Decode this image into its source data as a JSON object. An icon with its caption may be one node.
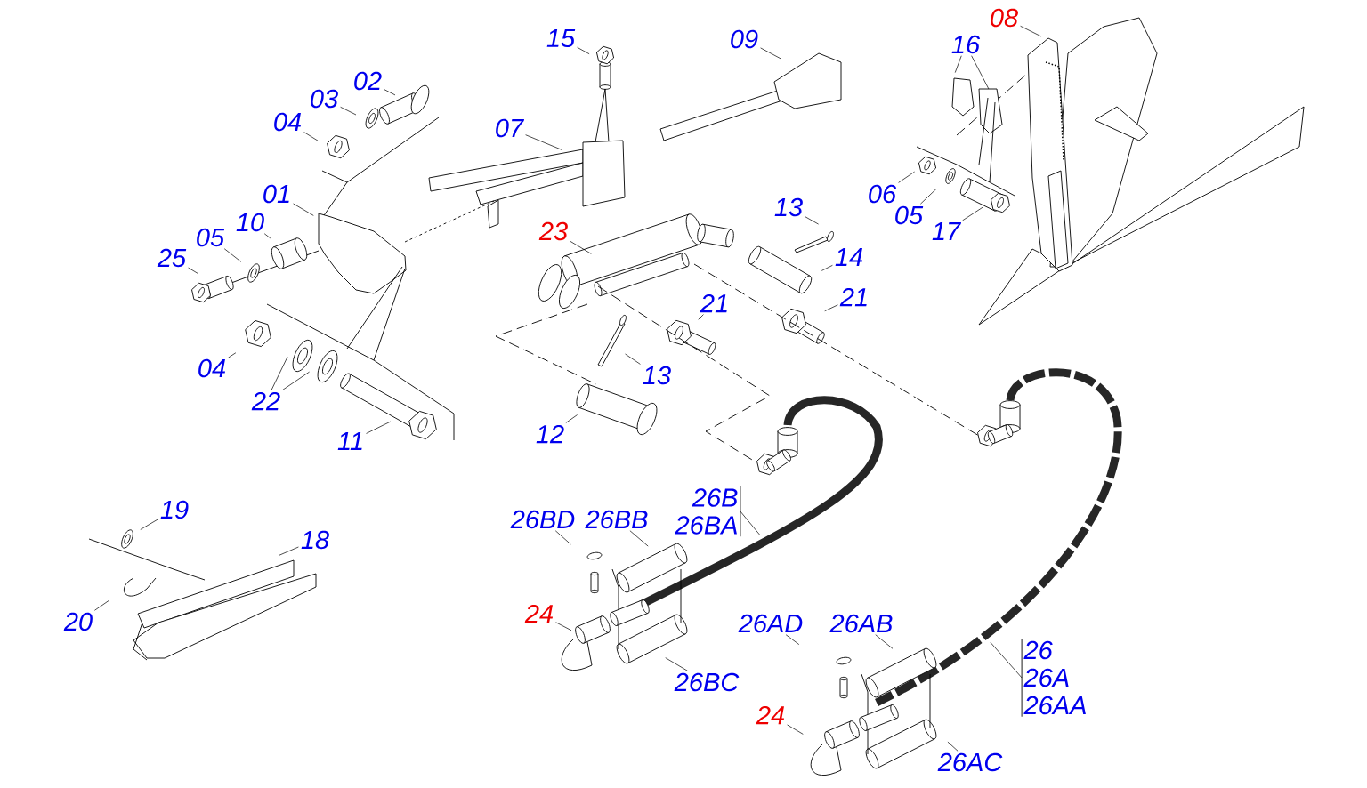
{
  "diagram": {
    "nodes": [
      {
        "text": [
          "15"
        ]
      },
      {
        "text": [
          "09"
        ]
      },
      {
        "text": [
          "08"
        ]
      },
      {
        "text": [
          "16"
        ]
      },
      {
        "text": [
          "02"
        ]
      },
      {
        "text": [
          "03"
        ]
      },
      {
        "text": [
          "04"
        ]
      },
      {
        "text": [
          "07"
        ]
      },
      {
        "text": [
          "01"
        ]
      },
      {
        "text": [
          "10"
        ]
      },
      {
        "text": [
          "05"
        ]
      },
      {
        "text": [
          "25"
        ]
      },
      {
        "text": [
          "06"
        ]
      },
      {
        "text": [
          "05"
        ]
      },
      {
        "text": [
          "17"
        ]
      },
      {
        "text": [
          "13"
        ]
      },
      {
        "text": [
          "23"
        ]
      },
      {
        "text": [
          "14"
        ]
      },
      {
        "text": [
          "21"
        ]
      },
      {
        "text": [
          "21"
        ]
      },
      {
        "text": [
          "04"
        ]
      },
      {
        "text": [
          "13"
        ]
      },
      {
        "text": [
          "22"
        ]
      },
      {
        "text": [
          "11"
        ]
      },
      {
        "text": [
          "12"
        ]
      },
      {
        "text": [
          "19"
        ]
      },
      {
        "text": [
          "18"
        ]
      },
      {
        "text": [
          "20"
        ]
      },
      {
        "text": [
          "26BD"
        ]
      },
      {
        "text": [
          "26BB"
        ]
      },
      {
        "text": [
          "26B",
          "26BA"
        ]
      },
      {
        "text": [
          "24"
        ]
      },
      {
        "text": [
          "26BC"
        ]
      },
      {
        "text": [
          "26AD"
        ]
      },
      {
        "text": [
          "26AB"
        ]
      },
      {
        "text": [
          "24"
        ]
      },
      {
        "text": [
          "26AC"
        ]
      },
      {
        "text": [
          "26",
          "26A",
          "26AA"
        ]
      }
    ],
    "edges": [
      {
        "from": 0,
        "to": null,
        "arrow": "none"
      },
      {
        "from": 1,
        "to": null,
        "arrow": "none"
      },
      {
        "from": 2,
        "to": null,
        "arrow": "none"
      },
      {
        "from": 3,
        "to": null,
        "arrow": "none"
      },
      {
        "from": 3,
        "to": null,
        "arrow": "none"
      },
      {
        "from": 4,
        "to": null,
        "arrow": "none"
      },
      {
        "from": 5,
        "to": null,
        "arrow": "none"
      },
      {
        "from": 6,
        "to": null,
        "arrow": "none"
      },
      {
        "from": 7,
        "to": null,
        "arrow": "none"
      },
      {
        "from": 8,
        "to": null,
        "arrow": "none"
      },
      {
        "from": 9,
        "to": null,
        "arrow": "none"
      },
      {
        "from": 10,
        "to": null,
        "arrow": "none"
      },
      {
        "from": 11,
        "to": null,
        "arrow": "none"
      },
      {
        "from": 12,
        "to": null,
        "arrow": "none"
      },
      {
        "from": 13,
        "to": null,
        "arrow": "none"
      },
      {
        "from": 14,
        "to": null,
        "arrow": "none"
      },
      {
        "from": 15,
        "to": null,
        "arrow": "none"
      },
      {
        "from": 16,
        "to": null,
        "arrow": "none"
      },
      {
        "from": 17,
        "to": null,
        "arrow": "none"
      },
      {
        "from": 18,
        "to": null,
        "arrow": "none"
      },
      {
        "from": 19,
        "to": null,
        "arrow": "none"
      },
      {
        "from": 20,
        "to": null,
        "arrow": "none"
      },
      {
        "from": 21,
        "to": null,
        "arrow": "none"
      },
      {
        "from": 22,
        "to": null,
        "arrow": "none"
      },
      {
        "from": 22,
        "to": null,
        "arrow": "none"
      },
      {
        "from": 23,
        "to": null,
        "arrow": "none"
      },
      {
        "from": 24,
        "to": null,
        "arrow": "none"
      },
      {
        "from": 25,
        "to": null,
        "arrow": "none"
      },
      {
        "from": 26,
        "to": null,
        "arrow": "none"
      },
      {
        "from": 27,
        "to": null,
        "arrow": "none"
      },
      {
        "from": 28,
        "to": null,
        "arrow": "none"
      },
      {
        "from": 29,
        "to": null,
        "arrow": "none"
      },
      {
        "from": 30,
        "to": null,
        "arrow": "none"
      },
      {
        "from": 31,
        "to": null,
        "arrow": "none"
      },
      {
        "from": 32,
        "to": null,
        "arrow": "none"
      },
      {
        "from": 33,
        "to": null,
        "arrow": "none"
      },
      {
        "from": 34,
        "to": null,
        "arrow": "none"
      },
      {
        "from": 35,
        "to": null,
        "arrow": "none"
      },
      {
        "from": 36,
        "to": null,
        "arrow": "none"
      },
      {
        "from": 37,
        "to": null,
        "arrow": "none"
      }
    ]
  }
}
